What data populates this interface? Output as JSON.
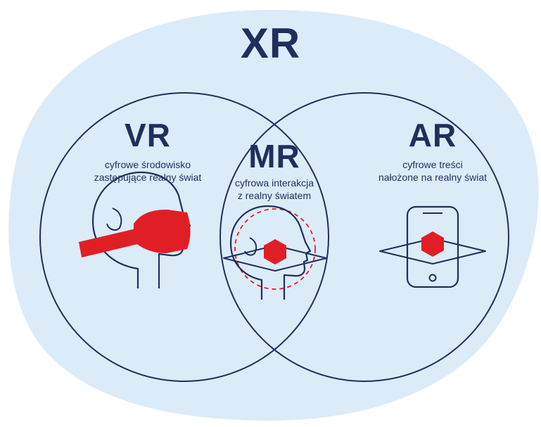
{
  "colors": {
    "blob": "#dcebf8",
    "outline": "#1f2f5c",
    "accent": "#e01e26"
  },
  "xr": {
    "title": "XR"
  },
  "vr": {
    "title": "VR",
    "desc_line1": "cyfrowe środowisko",
    "desc_line2": "zastępujące realny świat",
    "icon": "head-with-vr-headset-icon"
  },
  "mr": {
    "title": "MR",
    "desc_line1": "cyfrowa interakcja",
    "desc_line2": "z realny światem",
    "icon": "head-with-hologram-cube-icon"
  },
  "ar": {
    "title": "AR",
    "desc_line1": "cyfrowe treści",
    "desc_line2": "nałożone na realny świat",
    "icon": "smartphone-with-cube-icon"
  }
}
